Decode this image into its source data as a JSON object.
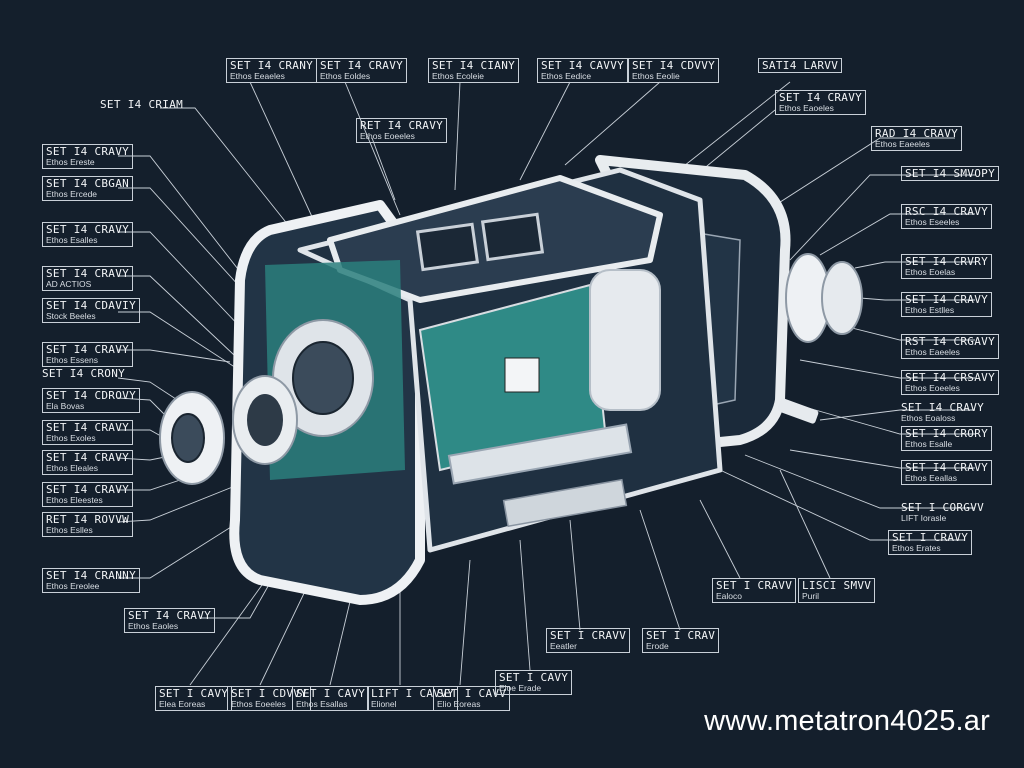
{
  "watermark": "www.metatron4025.ar",
  "callouts": [
    {
      "title": "SET I4 CRIAM",
      "sub": ""
    },
    {
      "title": "SET I4 CRAVY",
      "sub": "Ethos Ereste"
    },
    {
      "title": "SET I4 CBGAN",
      "sub": "Ethos Ercede"
    },
    {
      "title": "SET I4 CRAVY",
      "sub": "Ethos Esalles"
    },
    {
      "title": "SET I4 CRAVY",
      "sub": "AD ACTIOS"
    },
    {
      "title": "SET I4 CDAVIY",
      "sub": "Stock Beeles"
    },
    {
      "title": "SET I4 CRAVY",
      "sub": "Ethos Essens"
    },
    {
      "title": "SET I4 CRONY",
      "sub": ""
    },
    {
      "title": "SET I4 CDROVY",
      "sub": "Ela Bovas"
    },
    {
      "title": "SET I4 CRAVY",
      "sub": "Ethos Exoles"
    },
    {
      "title": "SET I4 CRAVY",
      "sub": "Ethos Eleales"
    },
    {
      "title": "SET I4 CRAVY",
      "sub": "Ethos Eleestes"
    },
    {
      "title": "RET I4 ROVVW",
      "sub": "Ethos Eslles"
    },
    {
      "title": "SET I4 CRANNY",
      "sub": "Ethos Ereolee"
    },
    {
      "title": "SET I4 CRAVY",
      "sub": "Ethos Eaoles"
    },
    {
      "title": "SET I CAVY",
      "sub": "Eloe Erade"
    },
    {
      "title": "SET I CRAVV",
      "sub": "Eeatler"
    },
    {
      "title": "SET I CRAV",
      "sub": "Erode"
    },
    {
      "title": "SET I CRAVV",
      "sub": "Ealoco"
    },
    {
      "title": "LISCI SMVV",
      "sub": "Puril"
    },
    {
      "title": "SET I CRAVY",
      "sub": "Ethos Erates"
    },
    {
      "title": "SET I CORGVV",
      "sub": "LIFT Iorasle"
    },
    {
      "title": "SET I4 CRAVY",
      "sub": "Ethos Eeallas"
    },
    {
      "title": "SET I4 CRORY",
      "sub": "Ethos Esalle"
    },
    {
      "title": "SET I4 CRAVY",
      "sub": "Ethos Eoaloss"
    },
    {
      "title": "SET I4 CRSAVY",
      "sub": "Ethos Eoeeles"
    },
    {
      "title": "RST I4 CRGAVY",
      "sub": "Ethos Eaeeles"
    },
    {
      "title": "SET I4 CRAVY",
      "sub": "Ethos Estlles"
    },
    {
      "title": "SET I4 CRVRY",
      "sub": "Ethos Eoelas"
    },
    {
      "title": "RSC I4 CRAVY",
      "sub": "Ethos Eseeles"
    },
    {
      "title": "SET I4 SMVOPY",
      "sub": ""
    },
    {
      "title": "RAD I4 CRAVY",
      "sub": "Ethos Eaeeles"
    },
    {
      "title": "SET I4 CRAVY",
      "sub": "Ethos Eaoeles"
    },
    {
      "title": "SATI4 LARVV",
      "sub": ""
    },
    {
      "title": "SET I4 CDVVY",
      "sub": "Ethos Eeolie"
    },
    {
      "title": "SET I4 CAVVY",
      "sub": "Ethos Eedice"
    },
    {
      "title": "SET I4 CIANY",
      "sub": "Ethos Ecoleie"
    },
    {
      "title": "RET I4 CRAVY",
      "sub": "Ethos Eoeeles"
    },
    {
      "title": "SET I4 CRAVY",
      "sub": "Ethos Eoldes"
    },
    {
      "title": "SET I4 CRANY",
      "sub": "Ethos Eeaeles"
    },
    {
      "title": "SET I CAVY",
      "sub": "Elea Eoreas"
    },
    {
      "title": "SET I CDVVY",
      "sub": "Ethos Eoeeles"
    },
    {
      "title": "SET I CAVY",
      "sub": "Ethos Esallas"
    },
    {
      "title": "LIFT I CAVVY",
      "sub": "Elionel"
    },
    {
      "title": "SET I CAVV",
      "sub": "Elio Eoreas"
    }
  ]
}
